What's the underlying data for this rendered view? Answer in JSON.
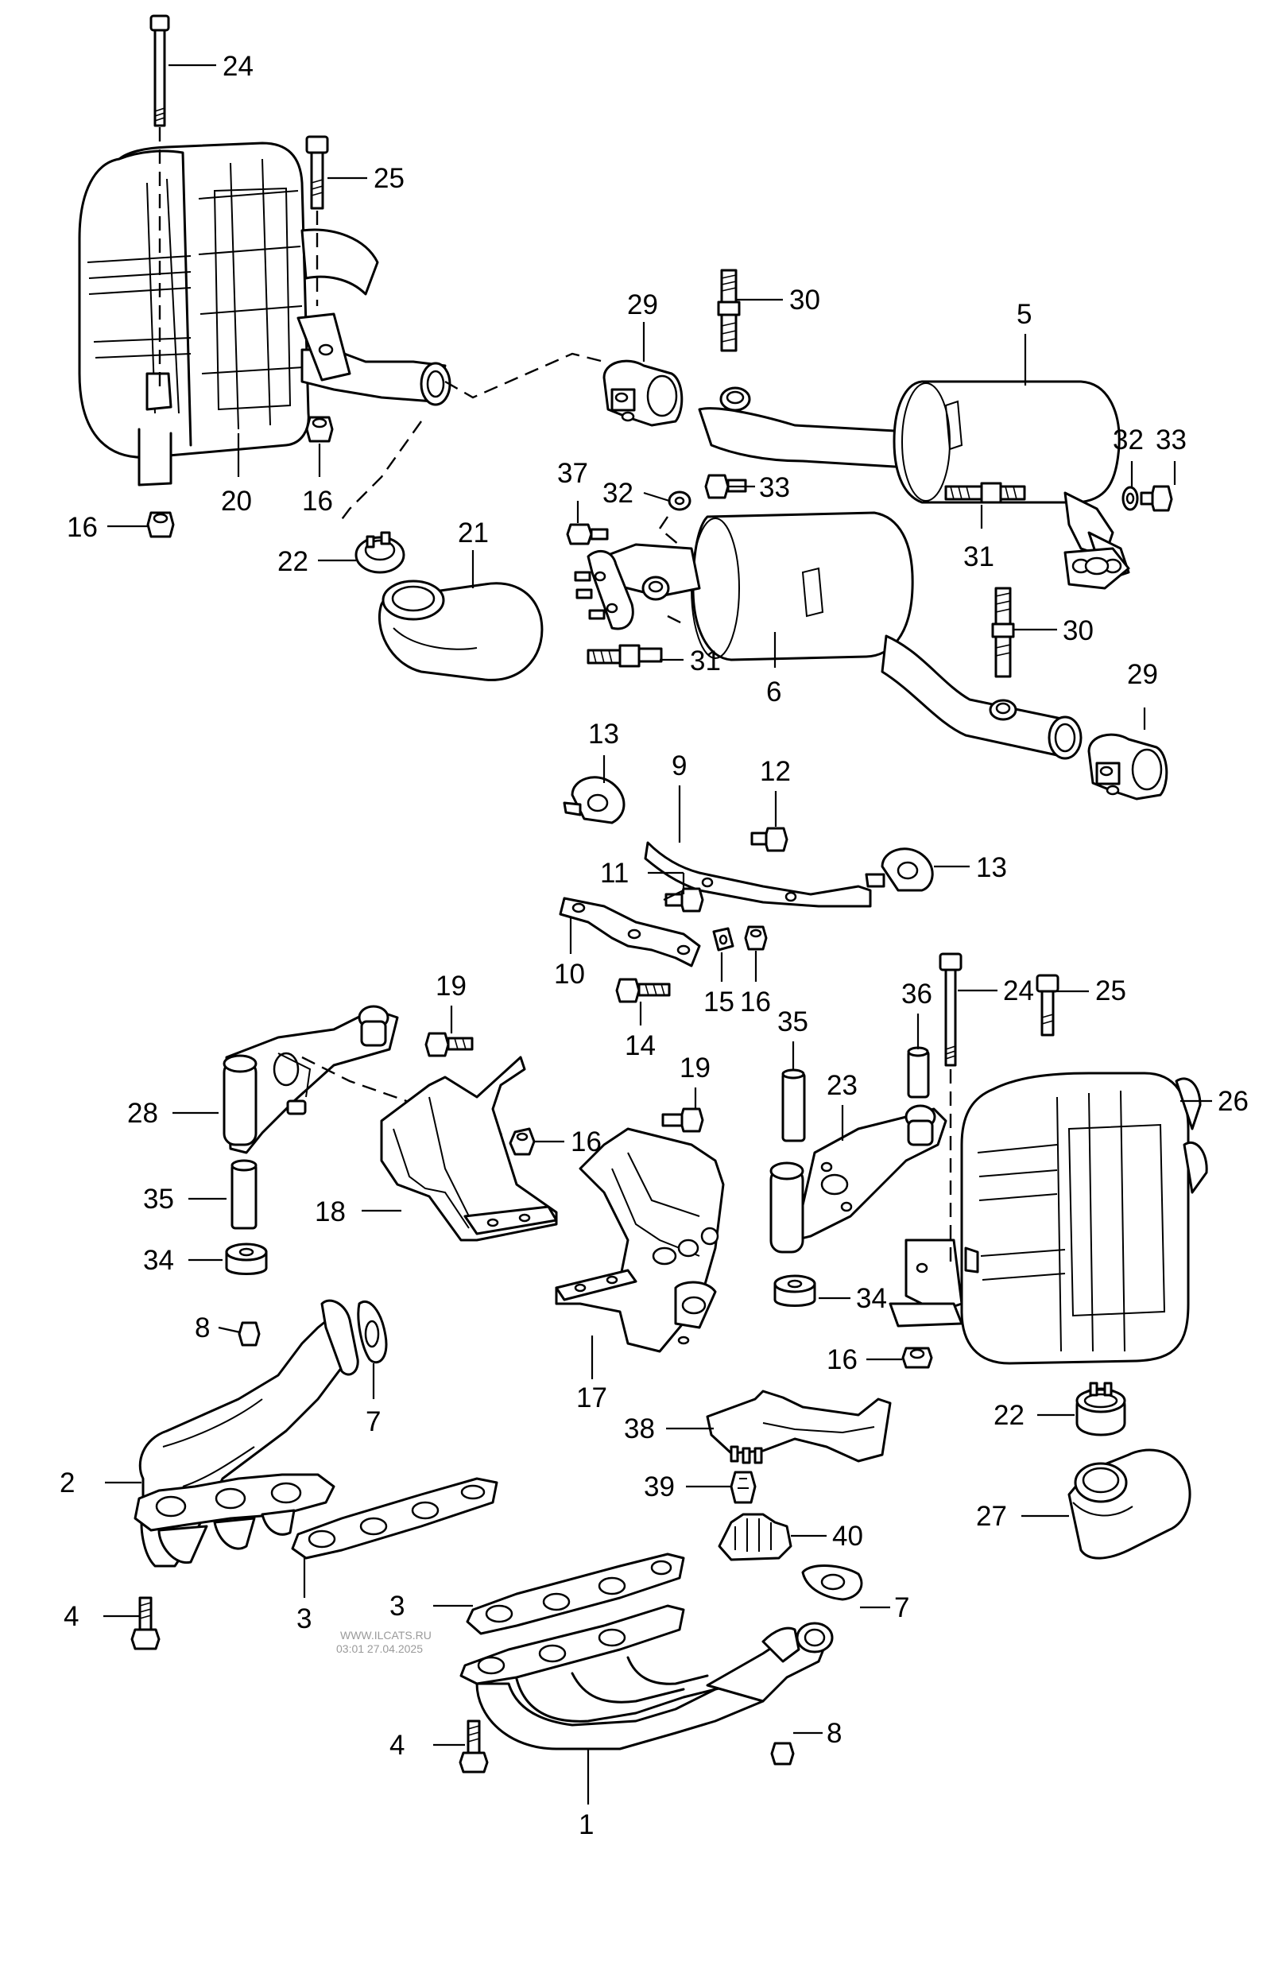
{
  "watermark": {
    "line1": "WWW.ILCATS.RU",
    "line2": "03:01 27.04.2025"
  },
  "callouts": {
    "c1": "1",
    "c2": "2",
    "c3a": "3",
    "c3b": "3",
    "c4a": "4",
    "c4b": "4",
    "c5": "5",
    "c6": "6",
    "c7a": "7",
    "c7b": "7",
    "c8a": "8",
    "c8b": "8",
    "c9": "9",
    "c10": "10",
    "c11": "11",
    "c12": "12",
    "c13a": "13",
    "c13b": "13",
    "c14": "14",
    "c15": "15",
    "c16a": "16",
    "c16b": "16",
    "c16c": "16",
    "c16d": "16",
    "c16e": "16",
    "c17": "17",
    "c18": "18",
    "c19a": "19",
    "c19b": "19",
    "c20": "20",
    "c21": "21",
    "c22a": "22",
    "c22b": "22",
    "c23": "23",
    "c24a": "24",
    "c24b": "24",
    "c25a": "25",
    "c25b": "25",
    "c26": "26",
    "c27": "27",
    "c28": "28",
    "c29a": "29",
    "c29b": "29",
    "c30a": "30",
    "c30b": "30",
    "c31a": "31",
    "c31b": "31",
    "c32a": "32",
    "c32b": "32",
    "c33a": "33",
    "c33b": "33",
    "c34a": "34",
    "c34b": "34",
    "c35a": "35",
    "c35b": "35",
    "c36": "36",
    "c37": "37",
    "c38": "38",
    "c39": "39",
    "c40": "40"
  }
}
